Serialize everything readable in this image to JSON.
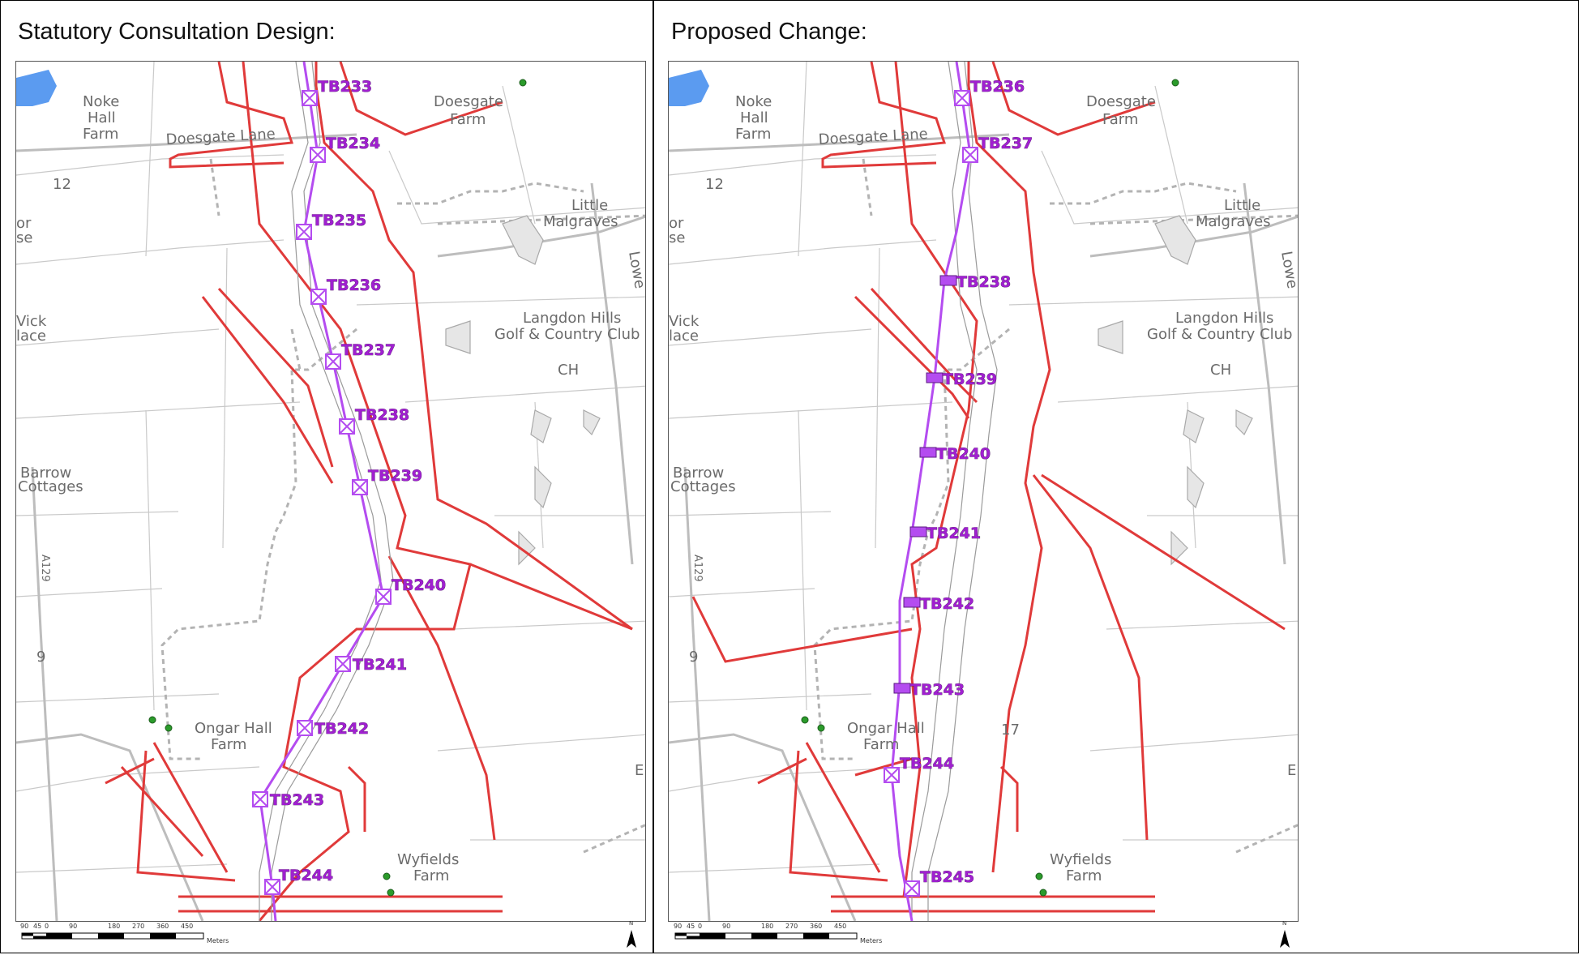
{
  "panels": [
    {
      "title": "Statutory Consultation Design:",
      "towers": [
        {
          "id": "TB233",
          "marker": "crossed-box"
        },
        {
          "id": "TB234",
          "marker": "crossed-box"
        },
        {
          "id": "TB235",
          "marker": "crossed-box"
        },
        {
          "id": "TB236",
          "marker": "crossed-box"
        },
        {
          "id": "TB237",
          "marker": "crossed-box"
        },
        {
          "id": "TB238",
          "marker": "crossed-box"
        },
        {
          "id": "TB239",
          "marker": "crossed-box"
        },
        {
          "id": "TB240",
          "marker": "crossed-box"
        },
        {
          "id": "TB241",
          "marker": "crossed-box"
        },
        {
          "id": "TB242",
          "marker": "crossed-box"
        },
        {
          "id": "TB243",
          "marker": "crossed-box"
        },
        {
          "id": "TB244",
          "marker": "crossed-box"
        }
      ]
    },
    {
      "title": "Proposed Change:",
      "towers": [
        {
          "id": "TB236",
          "marker": "crossed-box"
        },
        {
          "id": "TB237",
          "marker": "crossed-box"
        },
        {
          "id": "TB238",
          "marker": "filled-rect"
        },
        {
          "id": "TB239",
          "marker": "filled-rect"
        },
        {
          "id": "TB240",
          "marker": "filled-rect"
        },
        {
          "id": "TB241",
          "marker": "filled-rect"
        },
        {
          "id": "TB242",
          "marker": "filled-rect"
        },
        {
          "id": "TB243",
          "marker": "filled-rect"
        },
        {
          "id": "TB244",
          "marker": "crossed-box"
        },
        {
          "id": "TB245",
          "marker": "crossed-box"
        }
      ]
    }
  ],
  "places": {
    "noke1": "Noke",
    "noke2": "Hall",
    "noke3": "Farm",
    "doesgate_lane": "Doesgate Lane",
    "doesgate_farm1": "Doesgate",
    "doesgate_farm2": "Farm",
    "little1": "Little",
    "little2": "Malgraves",
    "langdon1": "Langdon Hills",
    "langdon2": "Golf & Country Club",
    "ch": "CH",
    "vick1": "Vick",
    "vick2": "lace",
    "or1": "or",
    "or2": "se",
    "barrow1": "Barrow",
    "barrow2": "Cottages",
    "ongar1": "Ongar Hall",
    "ongar2": "Farm",
    "wyfields1": "Wyfields",
    "wyfields2": "Farm",
    "grid12": "12",
    "grid9": "9",
    "grid17": "17",
    "lowe": "Lowe",
    "e": "E",
    "a": "A129"
  },
  "scalebar": {
    "ticks": [
      "90",
      "45",
      "0",
      "90",
      "180",
      "270",
      "360",
      "450"
    ],
    "unit": "Meters"
  },
  "north": "N",
  "colors": {
    "route_line": "#b44cf0",
    "tower_label": "#a020d0",
    "order_limits": "#e03a3a",
    "basemap": "#cfcfcf",
    "water": "#5b9bf0",
    "green_dot": "#2b9b2b"
  }
}
